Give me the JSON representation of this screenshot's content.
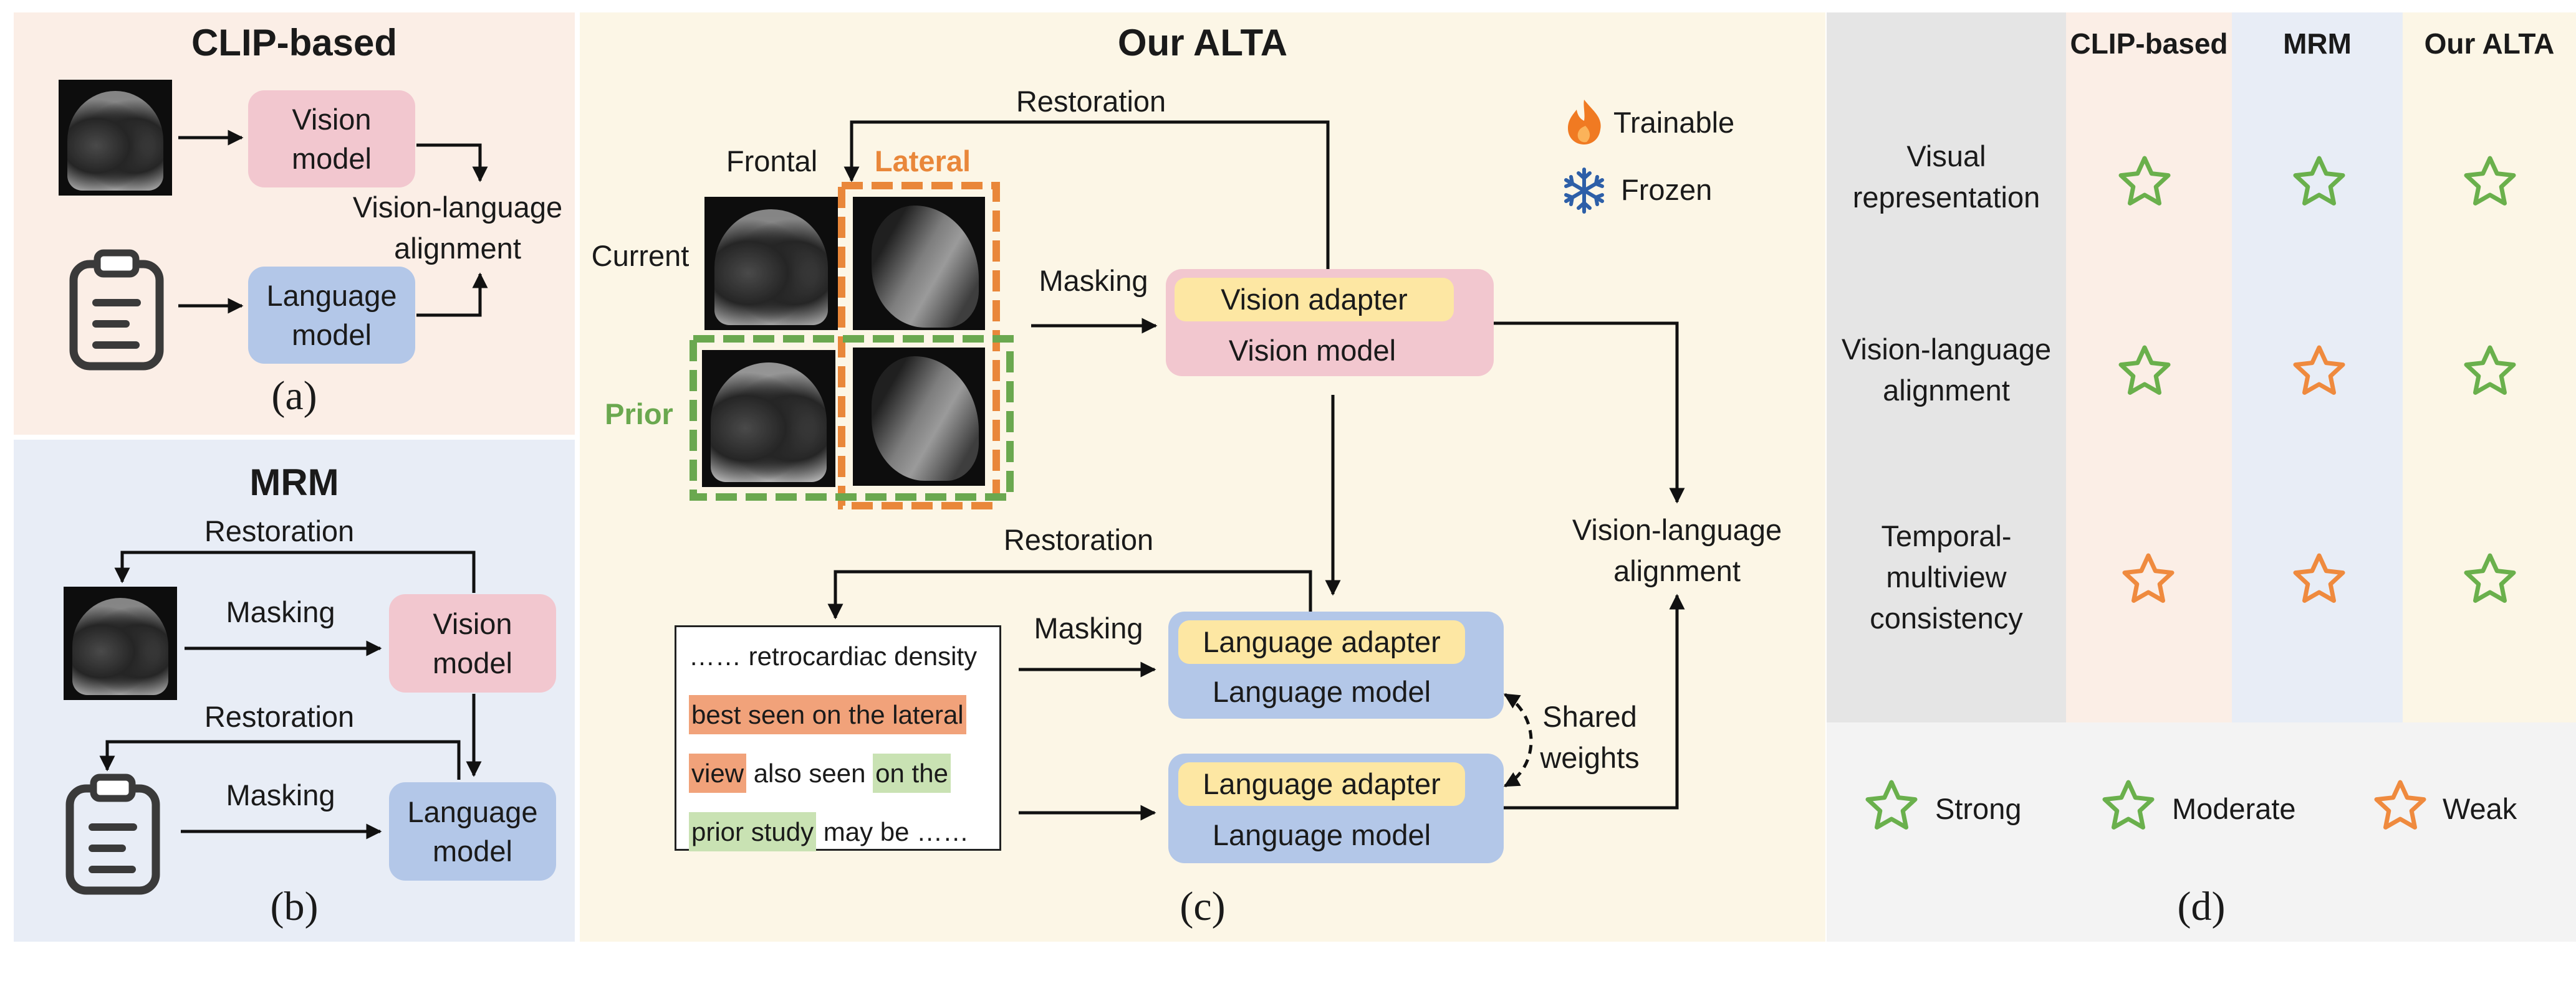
{
  "panel_a": {
    "title": "CLIP-based",
    "vision_model": "Vision\nmodel",
    "language_model": "Language\nmodel",
    "alignment": "Vision-language\nalignment",
    "caption": "(a)"
  },
  "panel_b": {
    "title": "MRM",
    "restoration_top": "Restoration",
    "masking_top": "Masking",
    "vision_model": "Vision\nmodel",
    "restoration_bottom": "Restoration",
    "masking_bottom": "Masking",
    "language_model": "Language\nmodel",
    "caption": "(b)"
  },
  "panel_c": {
    "title": "Our ALTA",
    "restoration_top": "Restoration",
    "frontal": "Frontal",
    "lateral": "Lateral",
    "current": "Current",
    "prior": "Prior",
    "masking_vision": "Masking",
    "vision_adapter": "Vision adapter",
    "vision_model": "Vision model",
    "trainable": "Trainable",
    "frozen": "Frozen",
    "restoration_bottom": "Restoration",
    "masking_text": "Masking",
    "report_line1": "…… retrocardiac density",
    "report_hl1": "best seen on the lateral",
    "report_hl2": "view",
    "report_mid": " also seen ",
    "report_hl3": "on the",
    "report_hl4": "prior study",
    "report_end": " may be ……",
    "language_adapter_1": "Language adapter",
    "language_model_1": "Language model",
    "language_adapter_2": "Language adapter",
    "language_model_2": "Language model",
    "shared_weights": "Shared\nweights",
    "alignment": "Vision-language\nalignment",
    "caption": "(c)"
  },
  "panel_d": {
    "columns": [
      "CLIP-based",
      "MRM",
      "Our ALTA"
    ],
    "rows": [
      {
        "label": "Visual\nrepresentation",
        "ratings": [
          "moderate",
          "strong",
          "strong"
        ]
      },
      {
        "label": "Vision-language\nalignment",
        "ratings": [
          "moderate",
          "weak",
          "strong"
        ]
      },
      {
        "label": "Temporal-\nmultiview\nconsistency",
        "ratings": [
          "weak",
          "weak",
          "strong"
        ]
      }
    ],
    "legend": {
      "strong": "Strong",
      "moderate": "Moderate",
      "weak": "Weak"
    },
    "caption": "(d)"
  },
  "colors": {
    "strong": "#6ab04c",
    "weak": "#ef8a3e",
    "highlight_orange": "#f1a27a",
    "highlight_green": "#c9e2b3",
    "prior_green": "#6aa84f",
    "lateral_orange": "#e9873a",
    "snowflake": "#2d5fa8",
    "flame": "#f07a22"
  }
}
